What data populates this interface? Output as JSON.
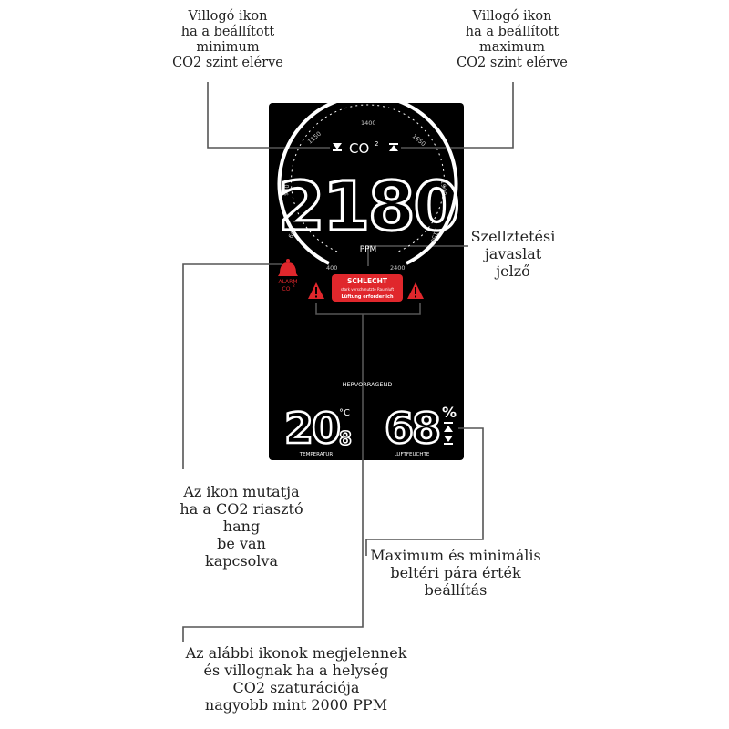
{
  "callouts": {
    "min_icon": "Villogó ikon\nha a beállított\nminimum\nCO2 szint elérve",
    "max_icon": "Villogó ikon\nha a beállított\nmaximum\nCO2 szint elérve",
    "ventilation": "Szellztetési\njavaslat\njelző",
    "alarm_sound": "Az ikon mutatja\nha a CO2 riasztó\nhang\nbe van\nkapcsolva",
    "humidity_minmax": "Maximum és minimális\nbeltéri pára érték\nbeállítás",
    "warning_icons": "Az alábbi ikonok megjelennek\nés villognak ha a helység\nCO2 szaturációja\nnagyobb mint 2000 PPM"
  },
  "display": {
    "co2_label": "CO",
    "co2_sub": "2",
    "co2_value": "2180",
    "unit": "PPM",
    "scale_ticks": [
      "400",
      "600",
      "900",
      "1150",
      "1400",
      "1650",
      "1900",
      "2150",
      "2400"
    ],
    "status_badge": {
      "title": "SCHLECHT",
      "line1": "stark verschmutzte Raumluft",
      "line2": "Lüftung erforderlich"
    },
    "alarm_label": "ALARM",
    "alarm_sub": "CO",
    "alarm_sub2": "2",
    "quality_text": "HERVORRAGEND",
    "temperature": {
      "value": "20",
      "decimal": "8",
      "unit": "°C",
      "label": "TEMPERATUR"
    },
    "humidity": {
      "value": "68",
      "unit": "%",
      "label": "LUFTFEUCHTE"
    }
  },
  "colors": {
    "device_bg": "#000000",
    "alert_red": "#e0272c",
    "leader_line": "#555555"
  }
}
